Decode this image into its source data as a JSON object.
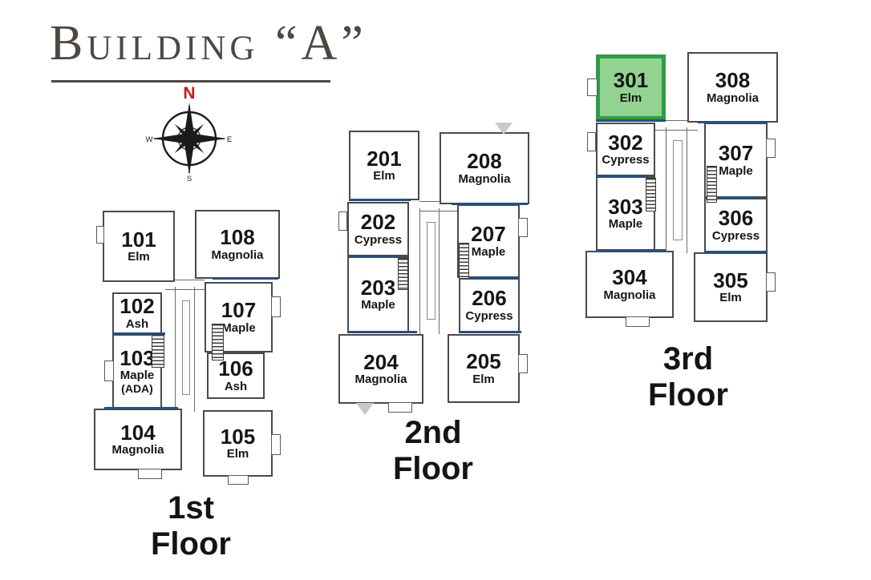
{
  "title": "Building “A”",
  "compass": {
    "n": "N",
    "e": "E",
    "s": "S",
    "w": "W"
  },
  "colors": {
    "title_text": "#4e4742",
    "north_letter": "#c41d1d",
    "wall": "#4a4a4a",
    "unit_divider_blue": "#24507e",
    "highlight_fill": "#93d392",
    "highlight_border": "#2e9c46"
  },
  "floors": [
    {
      "label": [
        "1st",
        "Floor"
      ],
      "units": [
        {
          "number": "101",
          "type": "Elm"
        },
        {
          "number": "102",
          "type": "Ash"
        },
        {
          "number": "103",
          "type": "Maple",
          "note": "(ADA)"
        },
        {
          "number": "104",
          "type": "Magnolia"
        },
        {
          "number": "105",
          "type": "Elm"
        },
        {
          "number": "106",
          "type": "Ash"
        },
        {
          "number": "107",
          "type": "Maple"
        },
        {
          "number": "108",
          "type": "Magnolia"
        }
      ]
    },
    {
      "label": [
        "2nd",
        "Floor"
      ],
      "units": [
        {
          "number": "201",
          "type": "Elm"
        },
        {
          "number": "202",
          "type": "Cypress"
        },
        {
          "number": "203",
          "type": "Maple"
        },
        {
          "number": "204",
          "type": "Magnolia"
        },
        {
          "number": "205",
          "type": "Elm"
        },
        {
          "number": "206",
          "type": "Cypress"
        },
        {
          "number": "207",
          "type": "Maple"
        },
        {
          "number": "208",
          "type": "Magnolia"
        }
      ]
    },
    {
      "label": [
        "3rd",
        "Floor"
      ],
      "units": [
        {
          "number": "301",
          "type": "Elm",
          "highlighted": true
        },
        {
          "number": "302",
          "type": "Cypress"
        },
        {
          "number": "303",
          "type": "Maple"
        },
        {
          "number": "304",
          "type": "Magnolia"
        },
        {
          "number": "305",
          "type": "Elm"
        },
        {
          "number": "306",
          "type": "Cypress"
        },
        {
          "number": "307",
          "type": "Maple"
        },
        {
          "number": "308",
          "type": "Magnolia"
        }
      ]
    }
  ]
}
